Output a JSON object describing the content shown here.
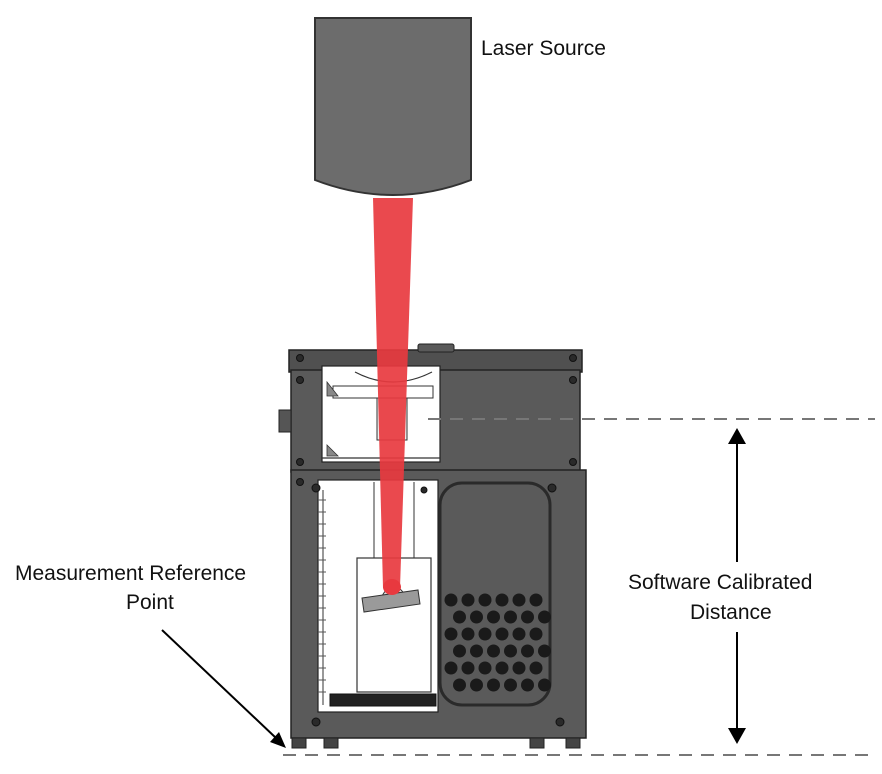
{
  "labels": {
    "laser_source": "Laser Source",
    "measurement_reference_line1": "Measurement Reference",
    "measurement_reference_line2": "Point",
    "calibrated_distance_line1": "Software Calibrated",
    "calibrated_distance_line2": "Distance"
  },
  "colors": {
    "laser_beam": "#e8393f",
    "device_body": "#5a5a5a",
    "device_dark": "#4a4a4a",
    "laser_housing": "#6c6c6c",
    "window_interior": "#ffffff",
    "vent_holes": "#1a1a1a",
    "dashed_line": "#777777"
  },
  "icons": [
    "arrow-icon",
    "double-arrow-icon",
    "screw-icon"
  ]
}
